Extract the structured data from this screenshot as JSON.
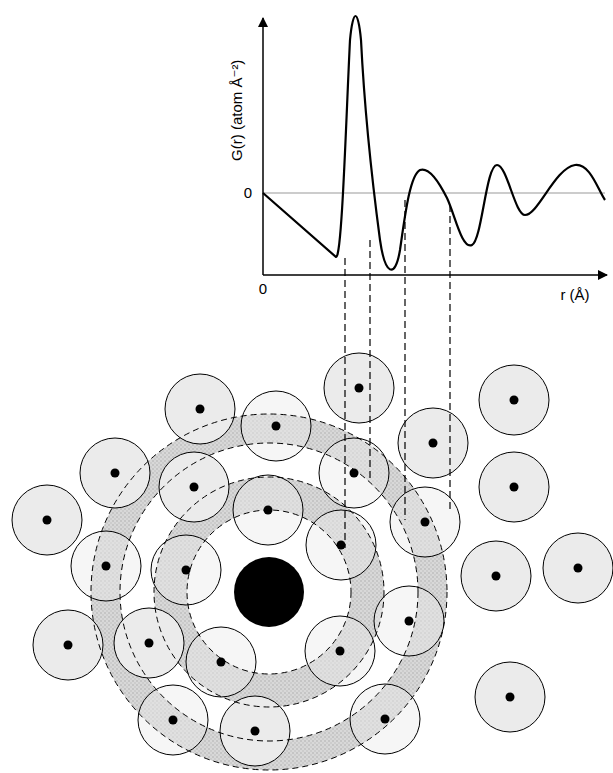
{
  "diagram": {
    "labels": [
      "G(r) (atom Å⁻²)",
      "0",
      "0",
      "r (Å)"
    ]
  }
}
